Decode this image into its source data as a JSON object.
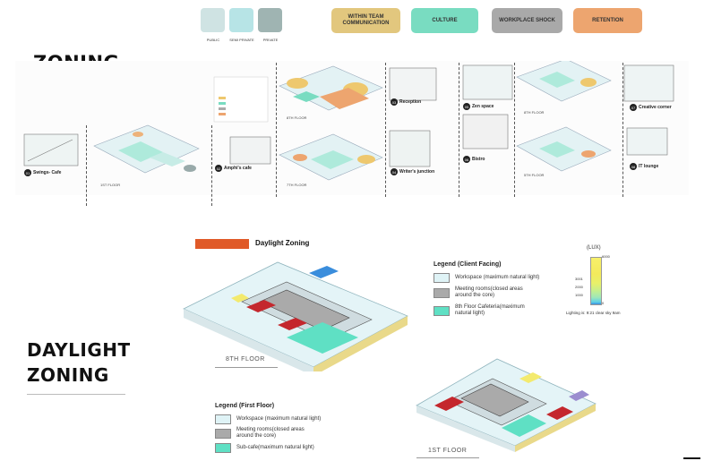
{
  "top_legend": {
    "privacy": [
      {
        "label": "PUBLIC",
        "color": "#cfe3e3"
      },
      {
        "label": "SEMI PRIVATE",
        "color": "#b7e4e6"
      },
      {
        "label": "PRIVATE",
        "color": "#9fb4b2"
      }
    ],
    "themes": [
      {
        "label": "WITHIN TEAM COMMUNICATION",
        "color": "#e2c77e"
      },
      {
        "label": "CULTURE",
        "color": "#79dcc1"
      },
      {
        "label": "WORKPLACE SHOCK",
        "color": "#a9a9a9"
      },
      {
        "label": "RETENTION",
        "color": "#eda56f"
      }
    ]
  },
  "zoning": {
    "title": "ZONING",
    "floor_labels": {
      "first_floor_a": "1ST FLOOR",
      "seventh_floor": "7TH FLOOR",
      "seventh_floor_b": "7TH FLOOR",
      "eighth_floor": "8TH FLOOR",
      "eighth_floor_b": "8TH FLOOR",
      "fifth_floor": "5TH FLOOR"
    },
    "spaces": [
      {
        "num": "01",
        "name": "Swings- Cafe"
      },
      {
        "num": "02",
        "name": "Amphi's cafe"
      },
      {
        "num": "03",
        "name": "Reception"
      },
      {
        "num": "04",
        "name": "Writer's junction"
      },
      {
        "num": "05",
        "name": "Zen space"
      },
      {
        "num": "06",
        "name": "Bistro"
      },
      {
        "num": "07",
        "name": "Creative corner"
      },
      {
        "num": "08",
        "name": "IT lounge"
      }
    ]
  },
  "daylight": {
    "title_line1": "DAYLIGHT",
    "title_line2": "ZONING",
    "header": "Daylight Zoning",
    "accent": "#e05a28",
    "eighth_floor_label": "8TH FLOOR",
    "first_floor_label": "1ST FLOOR",
    "legend_client": {
      "title": "Legend (Client Facing)",
      "items": [
        {
          "label": "Workspace (maximum natural light)",
          "color": "#dff3f6"
        },
        {
          "label": "Meeting rooms(closed areas around the core)",
          "color": "#aaaaaa"
        },
        {
          "label": "8th Floor Cafeteria(maximum natural light)",
          "color": "#5fe0c4"
        }
      ]
    },
    "legend_first": {
      "title": "Legend (First Floor)",
      "items": [
        {
          "label": "Workspace (maximum natural light)",
          "color": "#dff3f6"
        },
        {
          "label": "Meeting rooms(closed areas around the core)",
          "color": "#aaaaaa"
        },
        {
          "label": "Sub-cafe(maximum natural light)",
          "color": "#5fe0c4"
        }
      ]
    },
    "lux": {
      "title": "(LUX)",
      "ticks": [
        "6000",
        "3001",
        "2000",
        "1000",
        "0"
      ],
      "note": "Lighting is: 9:21 clear sky 9am"
    }
  }
}
